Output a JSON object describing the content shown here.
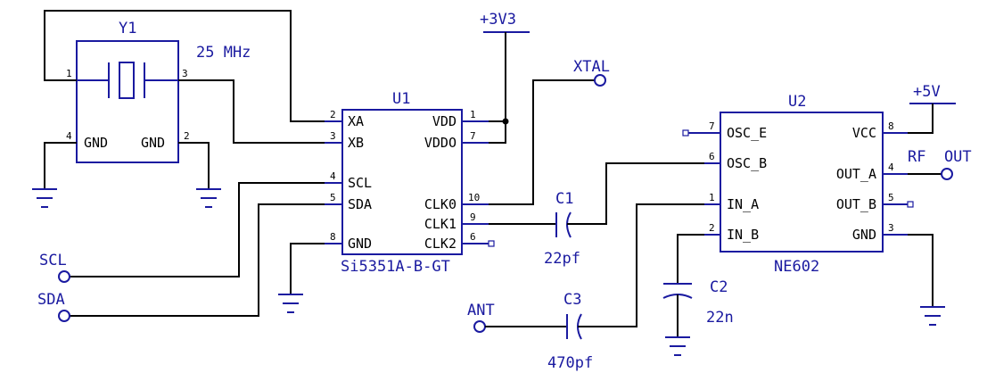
{
  "y1": {
    "ref": "Y1",
    "value": "25 MHz",
    "pin1": "1",
    "pin3": "3",
    "pin4": "4",
    "pin2": "2",
    "gnd_left": "GND",
    "gnd_right": "GND"
  },
  "power": {
    "v3v3": "+3V3",
    "v5v": "+5V"
  },
  "nets": {
    "xtal": "XTAL",
    "scl": "SCL",
    "sda": "SDA",
    "ant": "ANT",
    "rf_out": "RF  OUT"
  },
  "u1": {
    "ref": "U1",
    "part": "Si5351A-B-GT",
    "pins": [
      {
        "num": "2",
        "name": "XA"
      },
      {
        "num": "3",
        "name": "XB"
      },
      {
        "num": "4",
        "name": "SCL"
      },
      {
        "num": "5",
        "name": "SDA"
      },
      {
        "num": "8",
        "name": "GND"
      },
      {
        "num": "1",
        "name": "VDD"
      },
      {
        "num": "7",
        "name": "VDDO"
      },
      {
        "num": "10",
        "name": "CLK0"
      },
      {
        "num": "9",
        "name": "CLK1"
      },
      {
        "num": "6",
        "name": "CLK2"
      }
    ]
  },
  "u2": {
    "ref": "U2",
    "part": "NE602",
    "pins": [
      {
        "num": "7",
        "name": "OSC_E"
      },
      {
        "num": "6",
        "name": "OSC_B"
      },
      {
        "num": "1",
        "name": "IN_A"
      },
      {
        "num": "2",
        "name": "IN_B"
      },
      {
        "num": "8",
        "name": "VCC"
      },
      {
        "num": "4",
        "name": "OUT_A"
      },
      {
        "num": "5",
        "name": "OUT_B"
      },
      {
        "num": "3",
        "name": "GND"
      }
    ]
  },
  "c1": {
    "ref": "C1",
    "value": "22pf"
  },
  "c2": {
    "ref": "C2",
    "value": "22n"
  },
  "c3": {
    "ref": "C3",
    "value": "470pf"
  },
  "colors": {
    "wire": "#000000",
    "symbol": "#1a1aa0"
  }
}
